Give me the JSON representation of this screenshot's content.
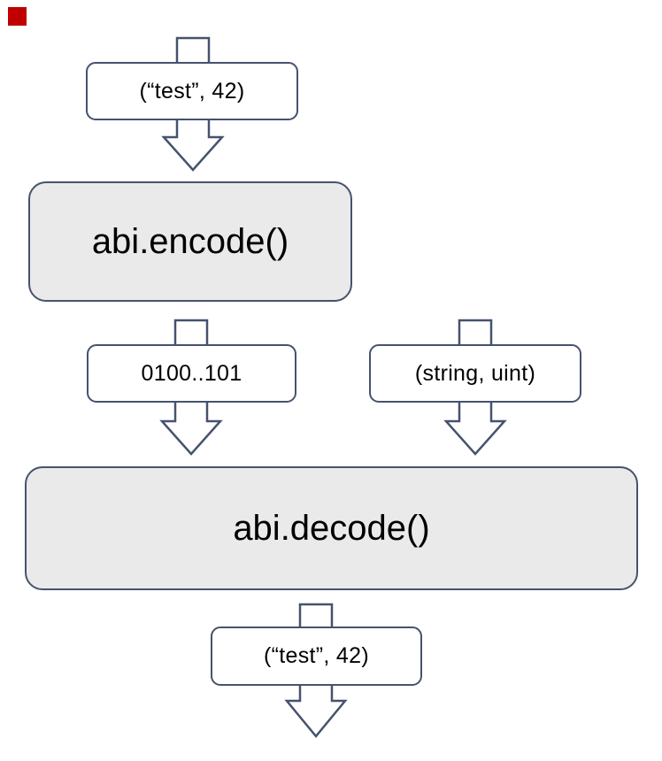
{
  "diagram": {
    "title_implicit": "ABI encode/decode flow",
    "nodes": {
      "input_tuple": {
        "text": "(“test”, 42)",
        "kind": "data-label"
      },
      "encode": {
        "text": "abi.encode()",
        "kind": "process"
      },
      "encoded_bytes": {
        "text": "0100..101",
        "kind": "data-label"
      },
      "types_tuple": {
        "text": "(string, uint)",
        "kind": "data-label"
      },
      "decode": {
        "text": "abi.decode()",
        "kind": "process"
      },
      "output_tuple": {
        "text": "(“test”, 42)",
        "kind": "data-label"
      }
    },
    "arrows": [
      {
        "name": "arrow-into-input"
      },
      {
        "name": "arrow-input-to-encode"
      },
      {
        "name": "arrow-encode-to-decode-bytes"
      },
      {
        "name": "arrow-types-to-decode"
      },
      {
        "name": "arrow-decode-to-output"
      }
    ],
    "colors": {
      "outline": "#46526e",
      "process_fill": "#eaeaea",
      "label_fill": "#ffffff",
      "text": "#000000",
      "marker": "#c00000",
      "background": "#ffffff"
    }
  }
}
